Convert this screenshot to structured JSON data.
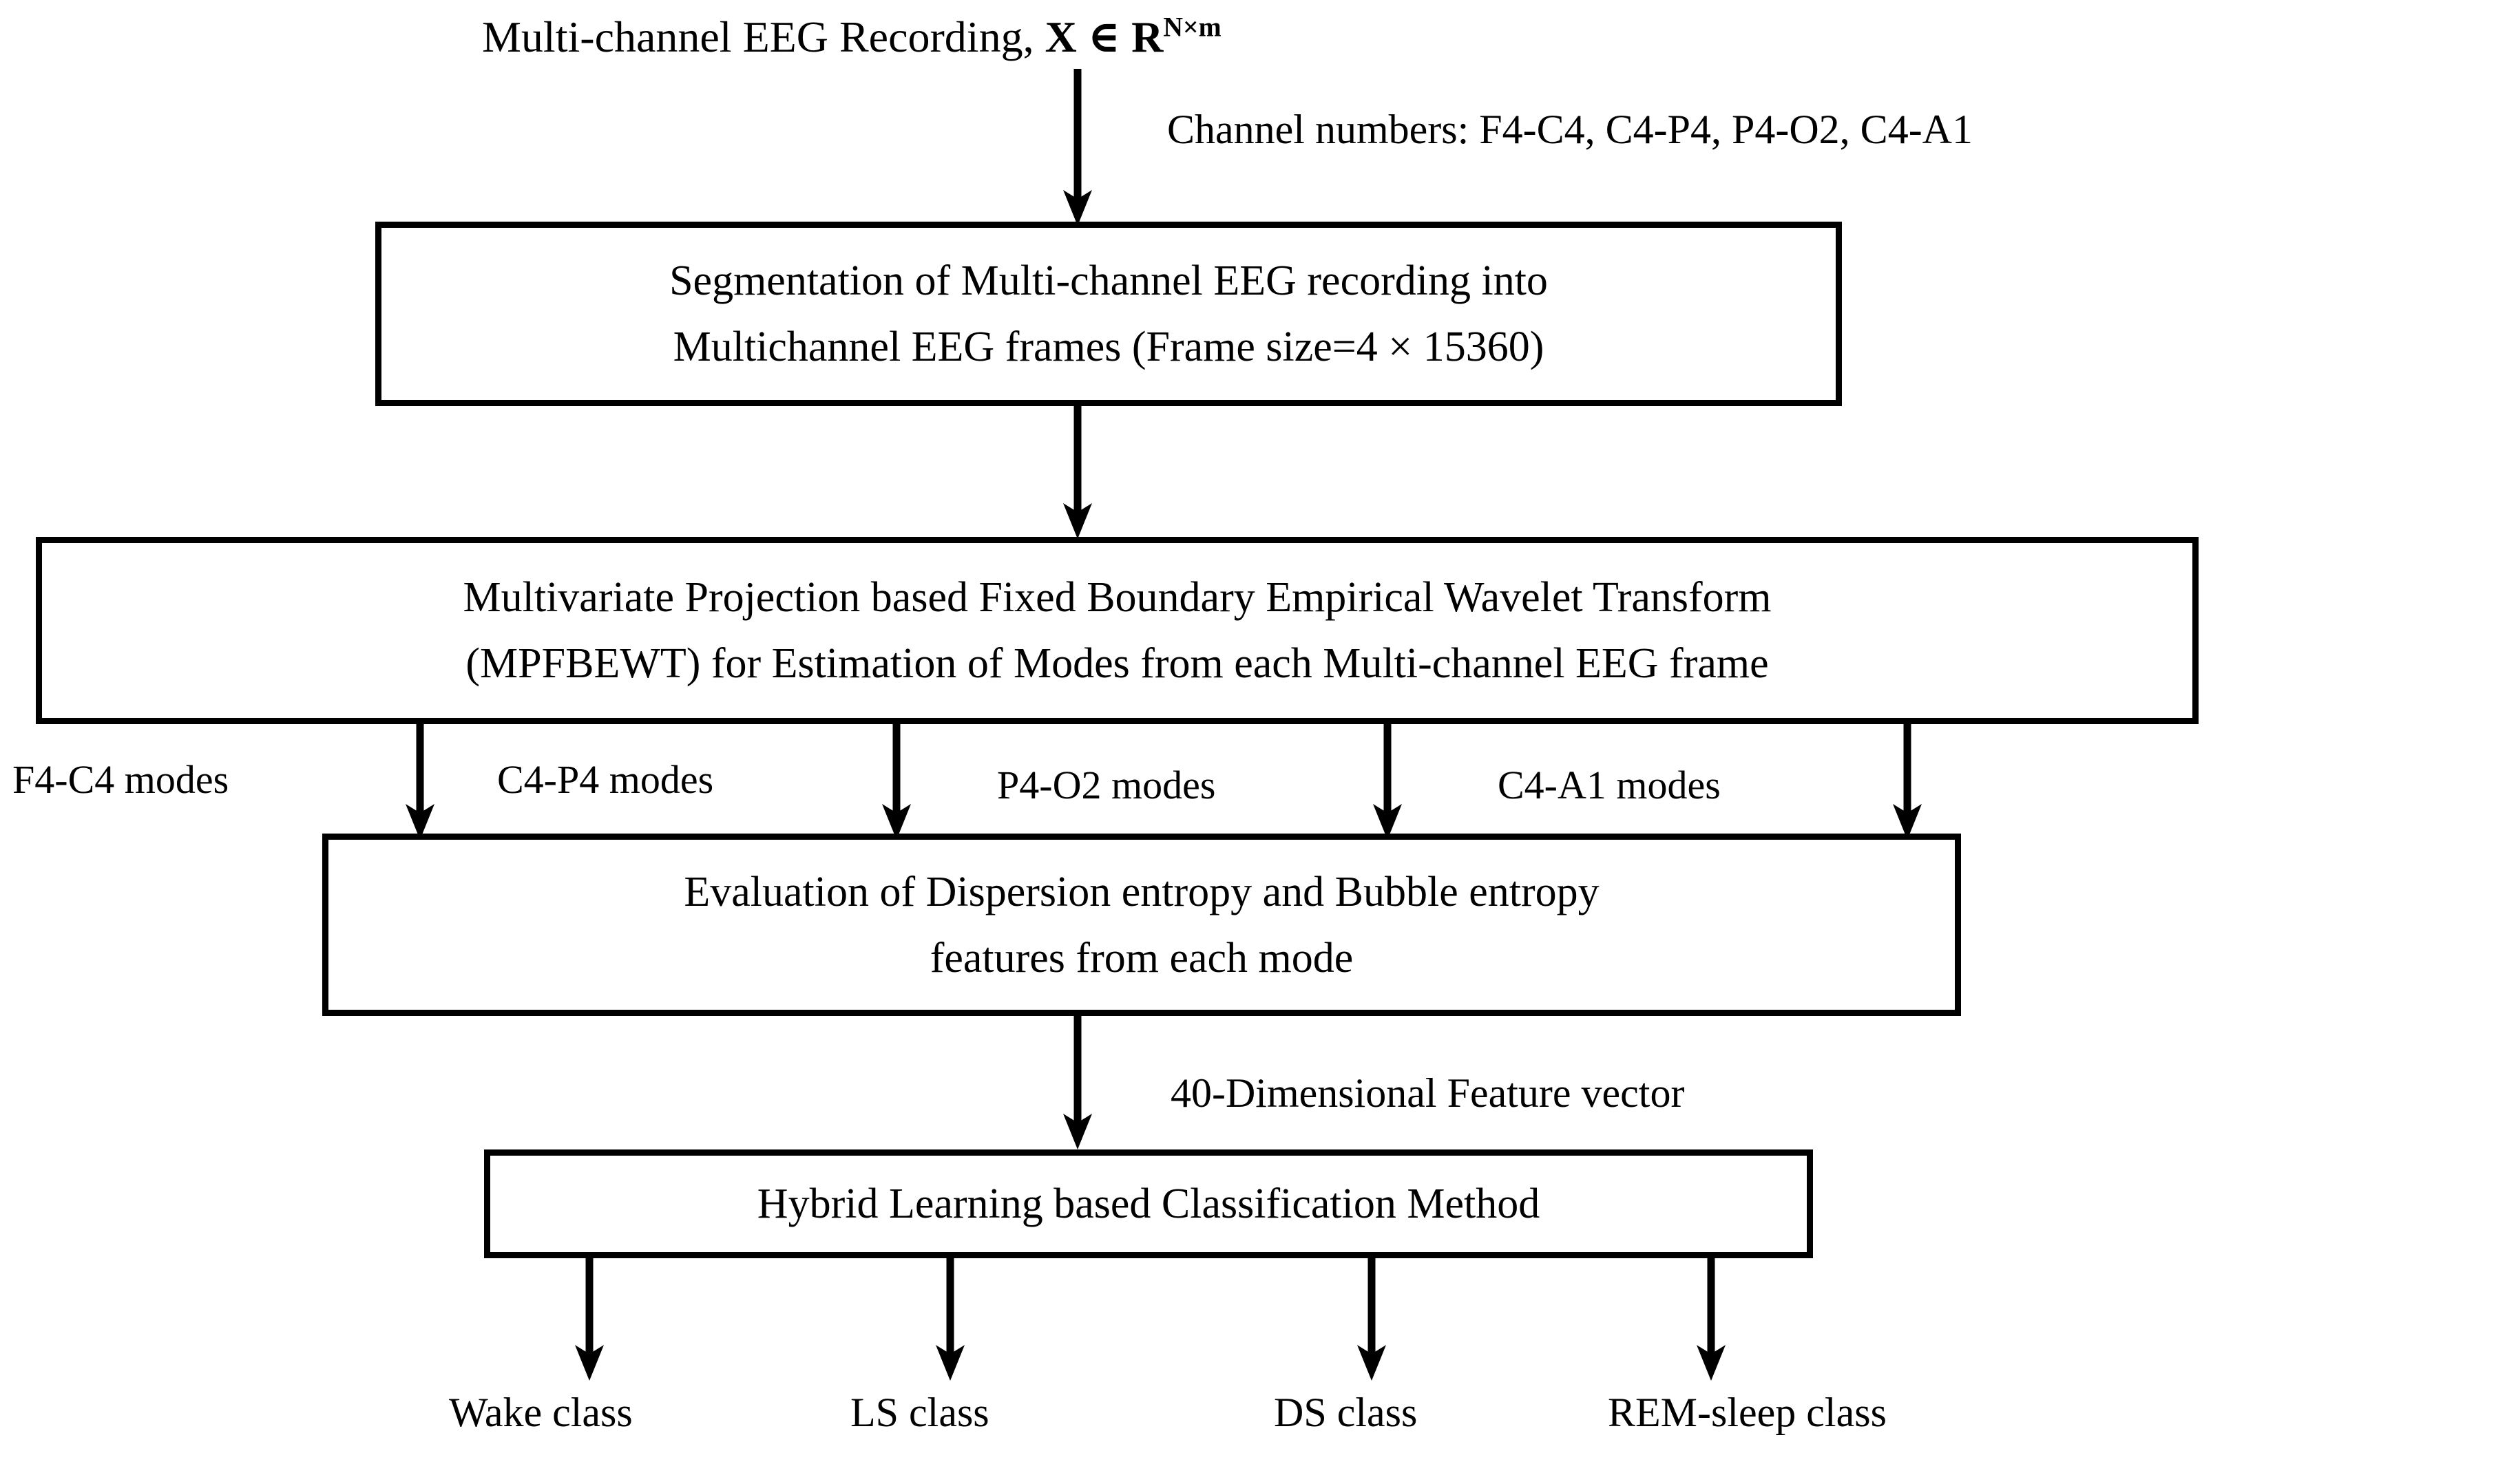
{
  "diagram": {
    "title": "Multi-channel EEG sleep staging pipeline flowchart",
    "top_label": {
      "prefix": "Multi-channel EEG Recording, ",
      "math_var": "X",
      "math_in": " ∈ ",
      "math_set": "R",
      "math_sup": "N×m"
    },
    "channel_note": "Channel numbers: F4-C4, C4-P4, P4-O2, C4-A1",
    "boxes": [
      {
        "id": "segmentation-box",
        "lines": [
          "Segmentation of Multi-channel EEG recording into",
          "Multichannel EEG frames (Frame size=4 × 15360)"
        ]
      },
      {
        "id": "mpfbewt-box",
        "lines": [
          "Multivariate Projection based Fixed Boundary Empirical Wavelet Transform",
          "(MPFBEWT) for Estimation of Modes from each Multi-channel EEG frame"
        ]
      },
      {
        "id": "feature-extraction-box",
        "lines": [
          "Evaluation of Dispersion entropy and Bubble entropy",
          "features from each mode"
        ]
      },
      {
        "id": "classifier-box",
        "lines": [
          "Hybrid Learning based Classification Method"
        ]
      }
    ],
    "mode_labels": [
      "F4-C4 modes",
      "C4-P4 modes",
      "P4-O2 modes",
      "C4-A1 modes"
    ],
    "feature_vector_label": "40-Dimensional Feature vector",
    "output_classes": [
      "Wake class",
      "LS class",
      "DS class",
      "REM-sleep class"
    ],
    "colors": {
      "stroke": "#000000",
      "background": "#ffffff",
      "text": "#000000"
    }
  }
}
